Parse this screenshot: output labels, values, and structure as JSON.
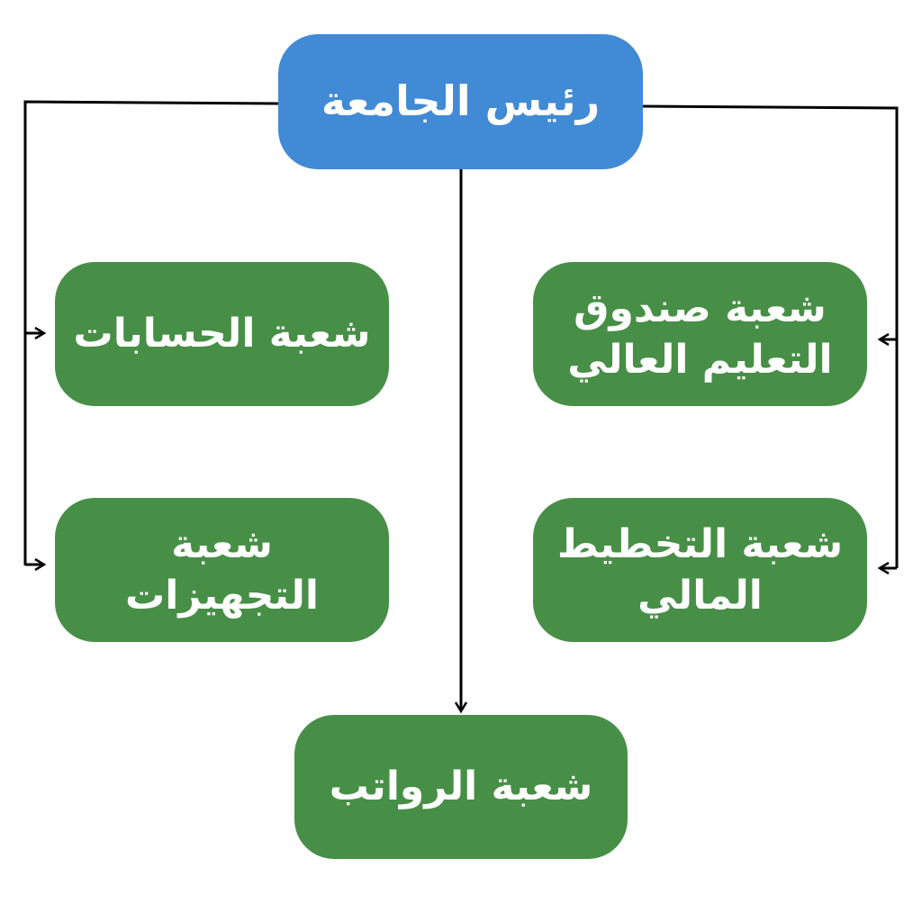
{
  "colors": {
    "root_fill": "#418AD5",
    "node_fill": "#478F46",
    "text": "#FFFFFF",
    "line": "#000000",
    "background": "#FFFFFF"
  },
  "nodes": {
    "root": {
      "label": "رئيس الجامعة"
    },
    "higher_ed_fund": {
      "label": "شعبة صندوق التعليم العالي"
    },
    "accounts": {
      "label": "شعبة الحسابات"
    },
    "financial_planning": {
      "label": "شعبة التخطيط المالي"
    },
    "equipment": {
      "label": "شعبة التجهيزات"
    },
    "salaries": {
      "label": "شعبة الرواتب"
    }
  }
}
